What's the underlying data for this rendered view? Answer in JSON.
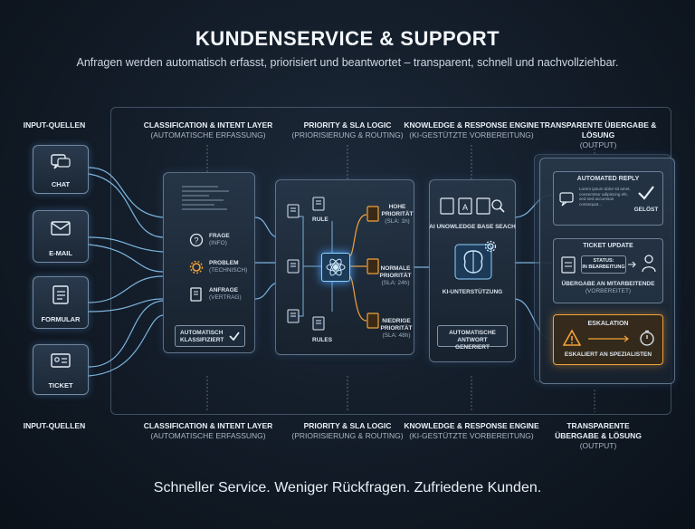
{
  "title": "KUNDENSERVICE & SUPPORT",
  "subtitle": "Anfragen werden automatisch erfasst, priorisiert und beantwortet – transparent, schnell und nachvollziehbar.",
  "footer": "Schneller Service. Weniger Rückfragen. Zufriedene Kunden.",
  "input": {
    "header_top": "INPUT-QUELLEN",
    "header_bottom": "INPUT-QUELLEN",
    "sources": [
      "CHAT",
      "E-MAIL",
      "FORMULAR",
      "TICKET"
    ]
  },
  "classification": {
    "title": "CLASSIFICATION & INTENT LAYER",
    "sub": "(AUTOMATISCHE ERFASSUNG)",
    "items": [
      {
        "label": "FRAGE",
        "sub": "(INFO)"
      },
      {
        "label": "PROBLEM",
        "sub": "(TECHNISCH)"
      },
      {
        "label": "ANFRAGE",
        "sub": "(VERTRAG)"
      }
    ],
    "status": "AUTOMATISCH KLASSIFIZIERT"
  },
  "priority": {
    "title": "PRIORITY & SLA LOGIC",
    "sub": "(PRIORISIERUNG & ROUTING)",
    "rule_label": "RULE",
    "rules_label": "RULES",
    "levels": [
      {
        "label": "HOHE PRIORITÄT",
        "sla": "(SLA: 1h)"
      },
      {
        "label": "NORMALE PRIORITÄT",
        "sla": "(SLA: 24h)"
      },
      {
        "label": "NIEDRIGE PRIORITÄT",
        "sla": "(SLA: 48h)"
      }
    ]
  },
  "knowledge": {
    "title": "KNOWLEDGE & RESPONSE ENGINE",
    "sub": "(KI-GESTÜTZTE VORBEREITUNG)",
    "search_label": "AI UNOWLEDGE BASE SEACH",
    "ai_label": "KI-UNTERSTÜTZUNG",
    "status": "AUTOMATISCHE ANTWORT GENERIERT"
  },
  "output": {
    "title": "TRANSPARENTE ÜBERGABE & LÖSUNG",
    "sub": "(OUTPUT)",
    "bottom_title_1": "TRANSPARENTE",
    "bottom_title_2": "ÜBERGABE & LÖSUNG",
    "automated_reply": {
      "title": "AUTOMATED REPLY",
      "text": "Lorem ipsum dolor sit amet, consectetur adipiscing elit, sed sed accumsan consequat...",
      "status": "GELÖST"
    },
    "ticket_update": {
      "title": "TICKET UPDATE",
      "status_label": "STATUS:",
      "status_value": "IN BEARBEITUNG",
      "handover": "ÜBERGABE AN MITARBEITENDE",
      "handover_sub": "(VORBEREITET)"
    },
    "escalation": {
      "title": "ESKALATION",
      "text": "ESKALIERT AN SPEZIALISTEN"
    }
  },
  "colors": {
    "accent_blue": "#5fb3ff",
    "accent_orange": "#f2a23a",
    "background": "#121b27"
  }
}
